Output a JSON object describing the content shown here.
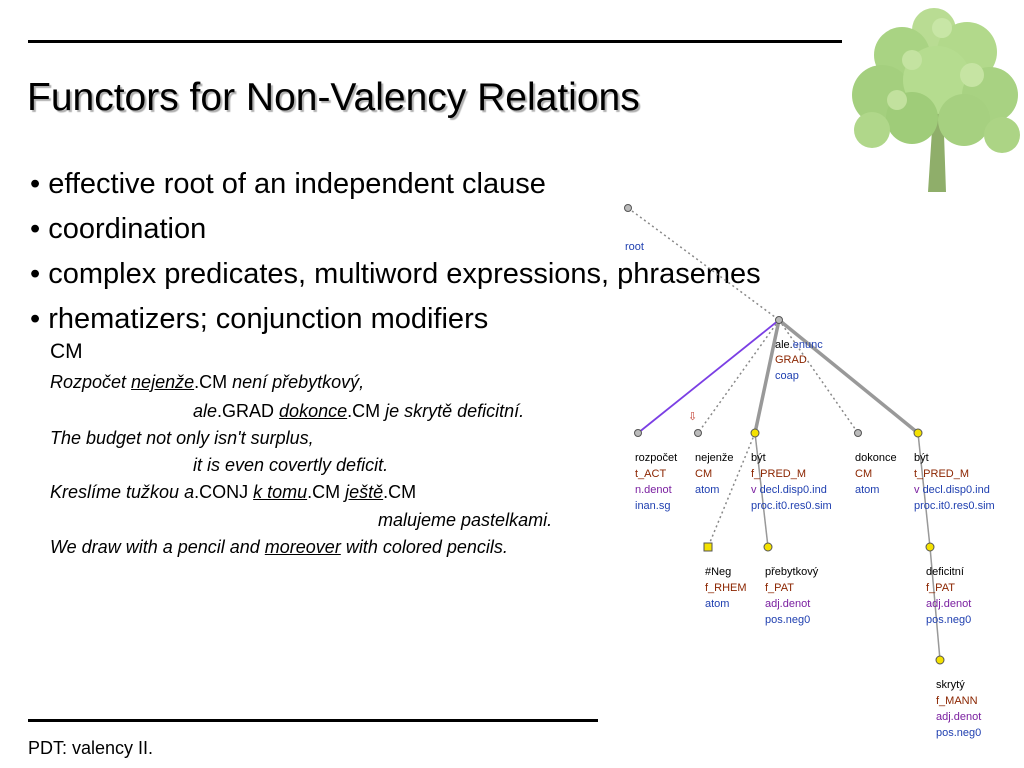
{
  "slide": {
    "title": "Functors for Non-Valency Relations",
    "bullets": [
      "• effective root of an independent clause",
      "• coordination",
      "• complex predicates, multiword expressions, phrasemes",
      "• rhematizers; conjunction modifiers"
    ],
    "footer": "PDT: valency II."
  },
  "example": {
    "label": "CM",
    "line1": {
      "w1": "Rozpočet ",
      "w2": "nejenže",
      "w3": ".CM ",
      "w4": "není přebytkový,"
    },
    "line2": {
      "w1": "ale",
      "w2": ".GRAD ",
      "w3": "dokonce",
      "w4": ".CM ",
      "w5": "je skrytě deficitní."
    },
    "line3": "The budget not only isn't surplus,",
    "line4": "it is even covertly deficit.",
    "line5": {
      "w1": "Kreslíme tužkou ",
      "w2": "a",
      "w3": ".CONJ ",
      "w4": "k tomu",
      "w5": ".CM ",
      "w6": "ještě",
      "w7": ".CM"
    },
    "line6": "malujeme pastelkami.",
    "line7": {
      "w1": "We draw with a pencil and ",
      "w2": "moreover",
      "w3": " with colored pencils."
    }
  },
  "tree": {
    "colors": {
      "lemma": "#000000",
      "functor": "#8b2500",
      "sem": "#7a1fa0",
      "attr": "#1f3fb0",
      "highlight": "#7b3fe4",
      "arrow": "#c0392b",
      "node_yellow": "#f4e100"
    },
    "arrow_symbol": "⇩",
    "root": {
      "label": "root"
    },
    "ale": {
      "lemma": "ale.",
      "lemma2": "enunc",
      "functor": "GRAD",
      "attr": "coap"
    },
    "rozpocet": {
      "lemma": "rozpočet",
      "functor": "t_ACT",
      "sem": "n.denot",
      "attr": "inan.sg"
    },
    "nejenze": {
      "lemma": "nejenže",
      "functor": "CM",
      "attr": "atom"
    },
    "byt1": {
      "lemma": "být",
      "functor": "f_PRED_M",
      "sem": "v",
      "attr": "decl.disp0.ind",
      "attr2": "proc.it0.res0.sim"
    },
    "dokonce": {
      "lemma": "dokonce",
      "functor": "CM",
      "attr": "atom"
    },
    "byt2": {
      "lemma": "být",
      "functor": "t_PRED_M",
      "sem": "v",
      "attr": "decl.disp0.ind",
      "attr2": "proc.it0.res0.sim"
    },
    "neg": {
      "lemma": "#Neg",
      "functor": "f_RHEM",
      "attr": "atom"
    },
    "prebytkovy": {
      "lemma": "přebytkový",
      "functor": "f_PAT",
      "sem": "adj.denot",
      "attr": "pos.neg0"
    },
    "deficitni": {
      "lemma": "deficitní",
      "functor": "f_PAT",
      "sem": "adj.denot",
      "attr": "pos.neg0"
    },
    "skryty": {
      "lemma": "skrytý",
      "functor": "f_MANN",
      "sem": "adj.denot",
      "attr": "pos.neg0"
    }
  }
}
